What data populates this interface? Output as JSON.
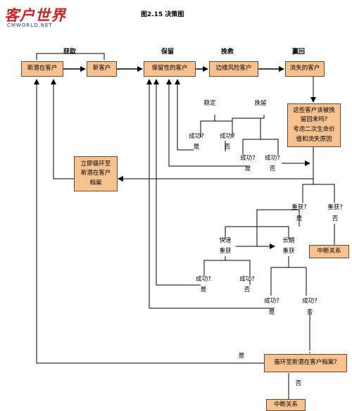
{
  "logo": {
    "main": "客户世界",
    "sub": "CMWORLD.NET"
  },
  "figure_title": "图2.15  决策图",
  "stage_headers": {
    "acquire": "获取",
    "retain": "保留",
    "save": "挽救",
    "winback": "赢回"
  },
  "boxes": {
    "potential": "新潜在客户",
    "new": "新客户",
    "retainable": "保留性的客户",
    "edge_risk": "边缘风险客户",
    "lost": "流失的客户",
    "recycle_now": [
      "立即循环至",
      "新潜在客户",
      "档案"
    ],
    "winback_question": [
      "这些客户该被挽",
      "留回来吗?",
      "考虑二次生命价",
      "值和流失原因"
    ],
    "end_relation_1": "中断关系",
    "recycle_question": "循环至新潜在客户档案?",
    "end_relation_2": "中断关系"
  },
  "labels": {
    "stable": "稳定",
    "retain": "挽留",
    "success": "成功?",
    "yes": "是",
    "no": "否",
    "reacquire": "重获?",
    "fast": "快速",
    "long": "长期",
    "reacquire_noun": "重获"
  },
  "colors": {
    "box_fill": "#f7c290",
    "box_border": "#6b4a2b",
    "line": "#000000",
    "logo_red": "#d42020"
  }
}
